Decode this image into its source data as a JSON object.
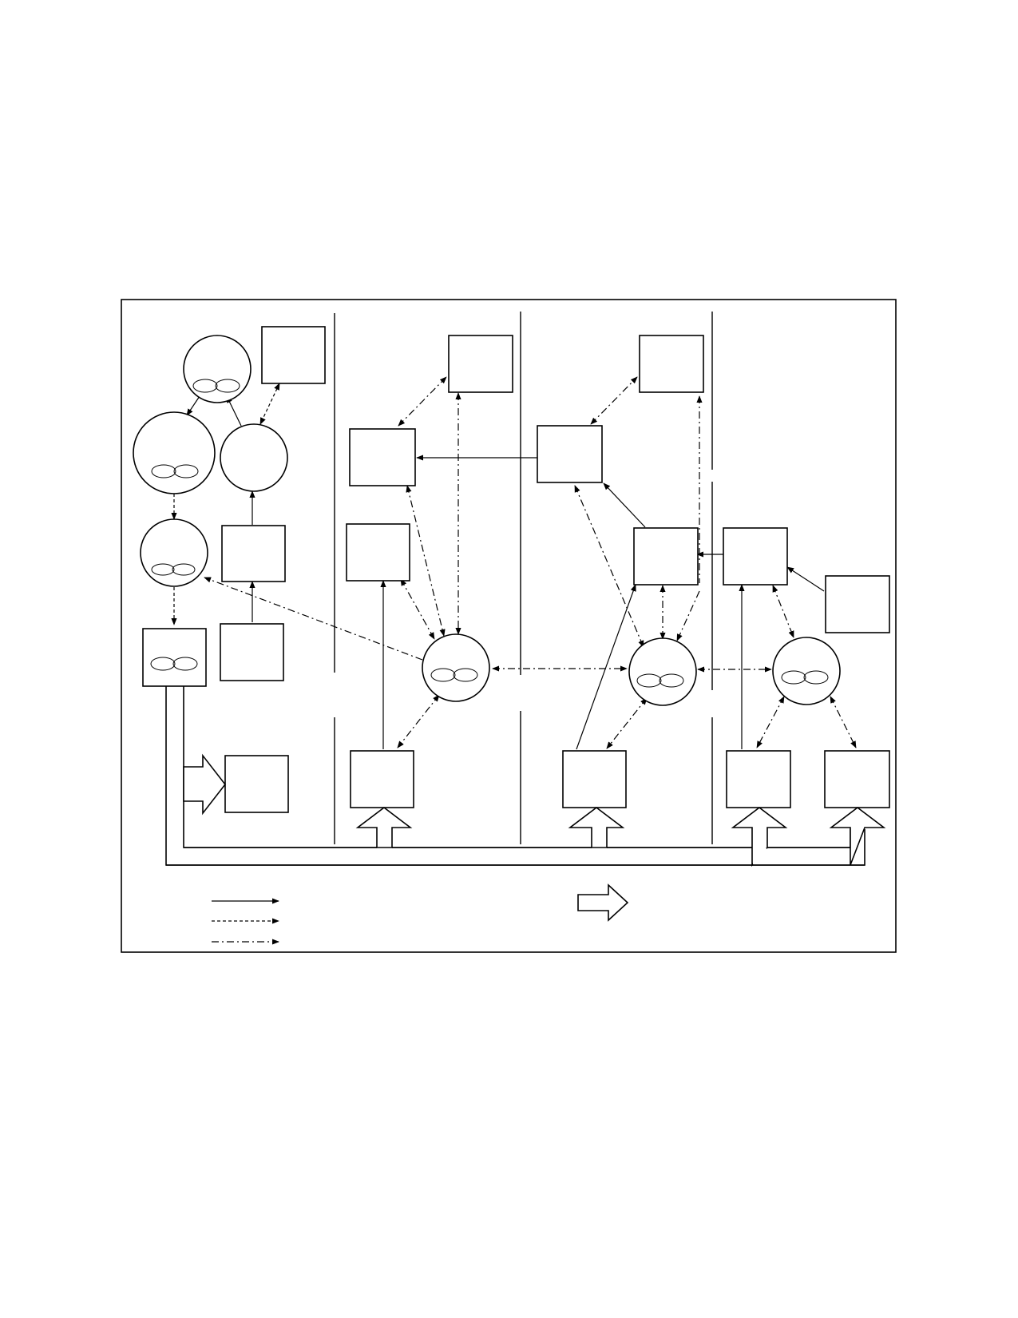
{
  "diagram": {
    "node_icon": "double-ellipse-icon",
    "legend": [
      {
        "style": "solid",
        "label": ""
      },
      {
        "style": "dashed",
        "label": ""
      },
      {
        "style": "dashdot",
        "label": ""
      },
      {
        "style": "hollow-arrow",
        "label": ""
      }
    ]
  }
}
